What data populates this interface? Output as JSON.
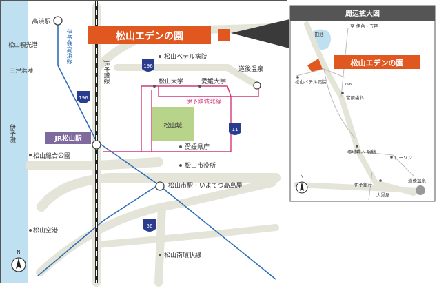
{
  "brand": {
    "name": "松山エデンの園",
    "color": "#e0571f",
    "marker": "location-square"
  },
  "main_map": {
    "stations": {
      "takahama": "高浜駅",
      "jr_matsuyama": "JR松山駅",
      "matsuyama_city": "松山市駅・いよてつ高島屋",
      "dogo_onsen": "道後温泉"
    },
    "rail_lines": {
      "iyotetsu_takahama": "伊予鉄高浜線",
      "jr_yosan": "JR予讃線",
      "iyotetsu_johoku": "伊予鉄城北線"
    },
    "places": {
      "kanko_port": "松山観光港",
      "mitsuhama_port": "三津浜港",
      "sea": "伊予灘",
      "bethel_hospital": "松山ベテル病院",
      "matsuyama_univ": "松山大学",
      "ehime_univ": "愛媛大学",
      "castle": "松山城",
      "prefecture_office": "愛媛県庁",
      "city_hall": "松山市役所",
      "sogo_park": "松山総合公園",
      "airport": "松山空港",
      "ring_road": "松山南環状線"
    },
    "routes": [
      "196",
      "196",
      "11",
      "56"
    ],
    "north": "N"
  },
  "inset_map": {
    "title": "周辺拡大図",
    "labels": {
      "pond": "山田池",
      "iyotai": "至 伊台・五明",
      "bethel_hospital": "松山ベテル病院",
      "route_196": "196",
      "dental": "宮前歯科",
      "coop": "珈琲職人 駒鶴",
      "lawson": "ローソン",
      "iyo_bank": "伊予銀行",
      "dogo": "道後温泉",
      "daikokuya": "大黒屋"
    },
    "north": "N"
  },
  "colors": {
    "sea": "#bfe0f1",
    "road": "#e4e4d8",
    "national_route": "#2a3c8e",
    "rail_iyotetsu": "#2f6fb5",
    "rail_johoku": "#d13a78",
    "castle": "#b8d48a",
    "jr_badge": "#7f6a9e"
  }
}
